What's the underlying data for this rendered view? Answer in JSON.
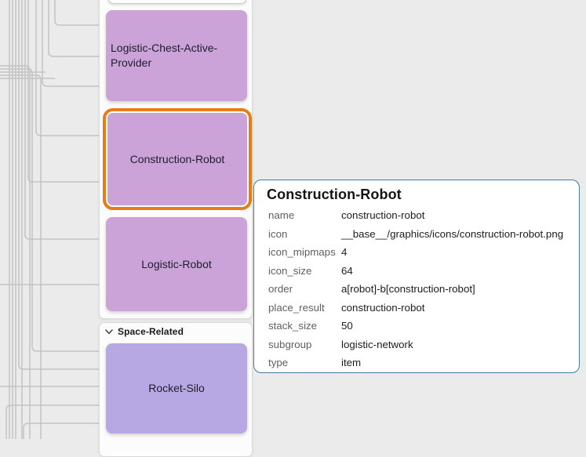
{
  "colors": {
    "background": "#ebebeb",
    "section_background": "#fcfcfc",
    "node_purple": "#cba3d9",
    "node_purple_space": "#b7a7e2",
    "selection_orange": "#e87d18",
    "tooltip_border_blue": "#3f7da2",
    "edge_gray": "#c3c3c3"
  },
  "icons": {
    "space_related_toggle": "chevron-down-icon"
  },
  "graph": {
    "sections": [
      {
        "label": "",
        "nodes": [
          {
            "label": "",
            "variant": "white-partial"
          },
          {
            "label": "Logistic-Chest-Active-Provider"
          },
          {
            "label": "Construction-Robot",
            "selected": true
          },
          {
            "label": "Logistic-Robot"
          }
        ]
      },
      {
        "label": "Space-Related",
        "nodes": [
          {
            "label": "Rocket-Silo",
            "variant": "space"
          }
        ]
      }
    ]
  },
  "tooltip": {
    "title": "Construction-Robot",
    "properties": [
      {
        "key": "name",
        "value": "construction-robot"
      },
      {
        "key": "icon",
        "value": "__base__/graphics/icons/construction-robot.png"
      },
      {
        "key": "icon_mipmaps",
        "value": "4"
      },
      {
        "key": "icon_size",
        "value": "64"
      },
      {
        "key": "order",
        "value": "a[robot]-b[construction-robot]"
      },
      {
        "key": "place_result",
        "value": "construction-robot"
      },
      {
        "key": "stack_size",
        "value": "50"
      },
      {
        "key": "subgroup",
        "value": "logistic-network"
      },
      {
        "key": "type",
        "value": "item"
      }
    ]
  }
}
